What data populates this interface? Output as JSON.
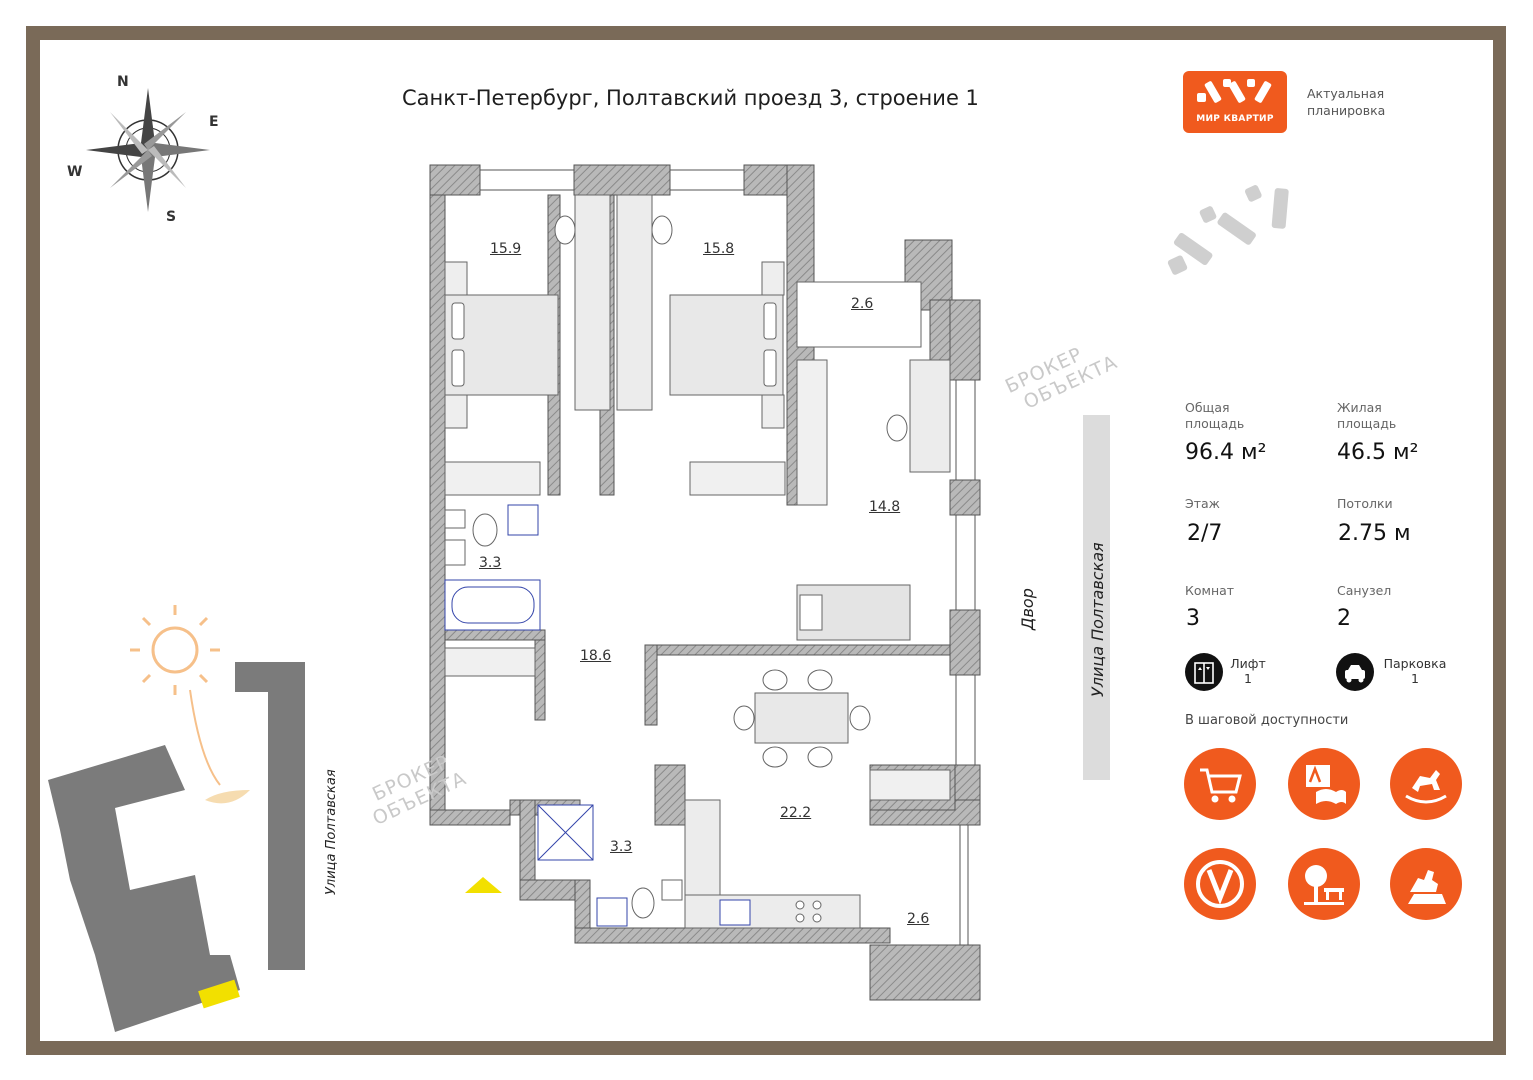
{
  "title": "Санкт-Петербург, Полтавский проезд 3, строение 1",
  "logo": {
    "text": "МИР КВАРТИР",
    "caption": "Актуальная планировка",
    "color": "#f05a1e"
  },
  "compass": {
    "n": "N",
    "e": "E",
    "s": "S",
    "w": "W"
  },
  "rooms": {
    "bedroom1": "15.9",
    "bedroom2": "15.8",
    "balcony1": "2.6",
    "room": "14.8",
    "bath1": "3.3",
    "hall": "18.6",
    "kitchen": "22.2",
    "bath2": "3.3",
    "balcony2": "2.6"
  },
  "labels": {
    "yard": "Двор",
    "street_right": "Улица Полтавская",
    "street_left": "Улица Полтавская",
    "watermark": [
      "БРОКЕР",
      "ОБЪЕКТА"
    ]
  },
  "stats": {
    "total_label": "Общая площадь",
    "total_value": "96.4 м²",
    "living_label": "Жилая площадь",
    "living_value": "46.5 м²",
    "floor_label": "Этаж",
    "floor_value": "2/7",
    "ceiling_label": "Потолки",
    "ceiling_value": "2.75 м",
    "rooms_label": "Комнат",
    "rooms_value": "3",
    "bath_label": "Санузел",
    "bath_value": "2",
    "lift_label": "Лифт",
    "lift_value": "1",
    "parking_label": "Парковка",
    "parking_value": "1"
  },
  "walking": {
    "label": "В шаговой доступности",
    "icons": [
      "shop-cart-icon",
      "school-icon",
      "kindergarten-icon",
      "metro-icon",
      "park-icon",
      "monument-icon"
    ]
  },
  "colors": {
    "accent": "#f05a1e",
    "frame": "#7a6a58",
    "wall": "#9a9a9a",
    "highlight": "#f2e000"
  }
}
